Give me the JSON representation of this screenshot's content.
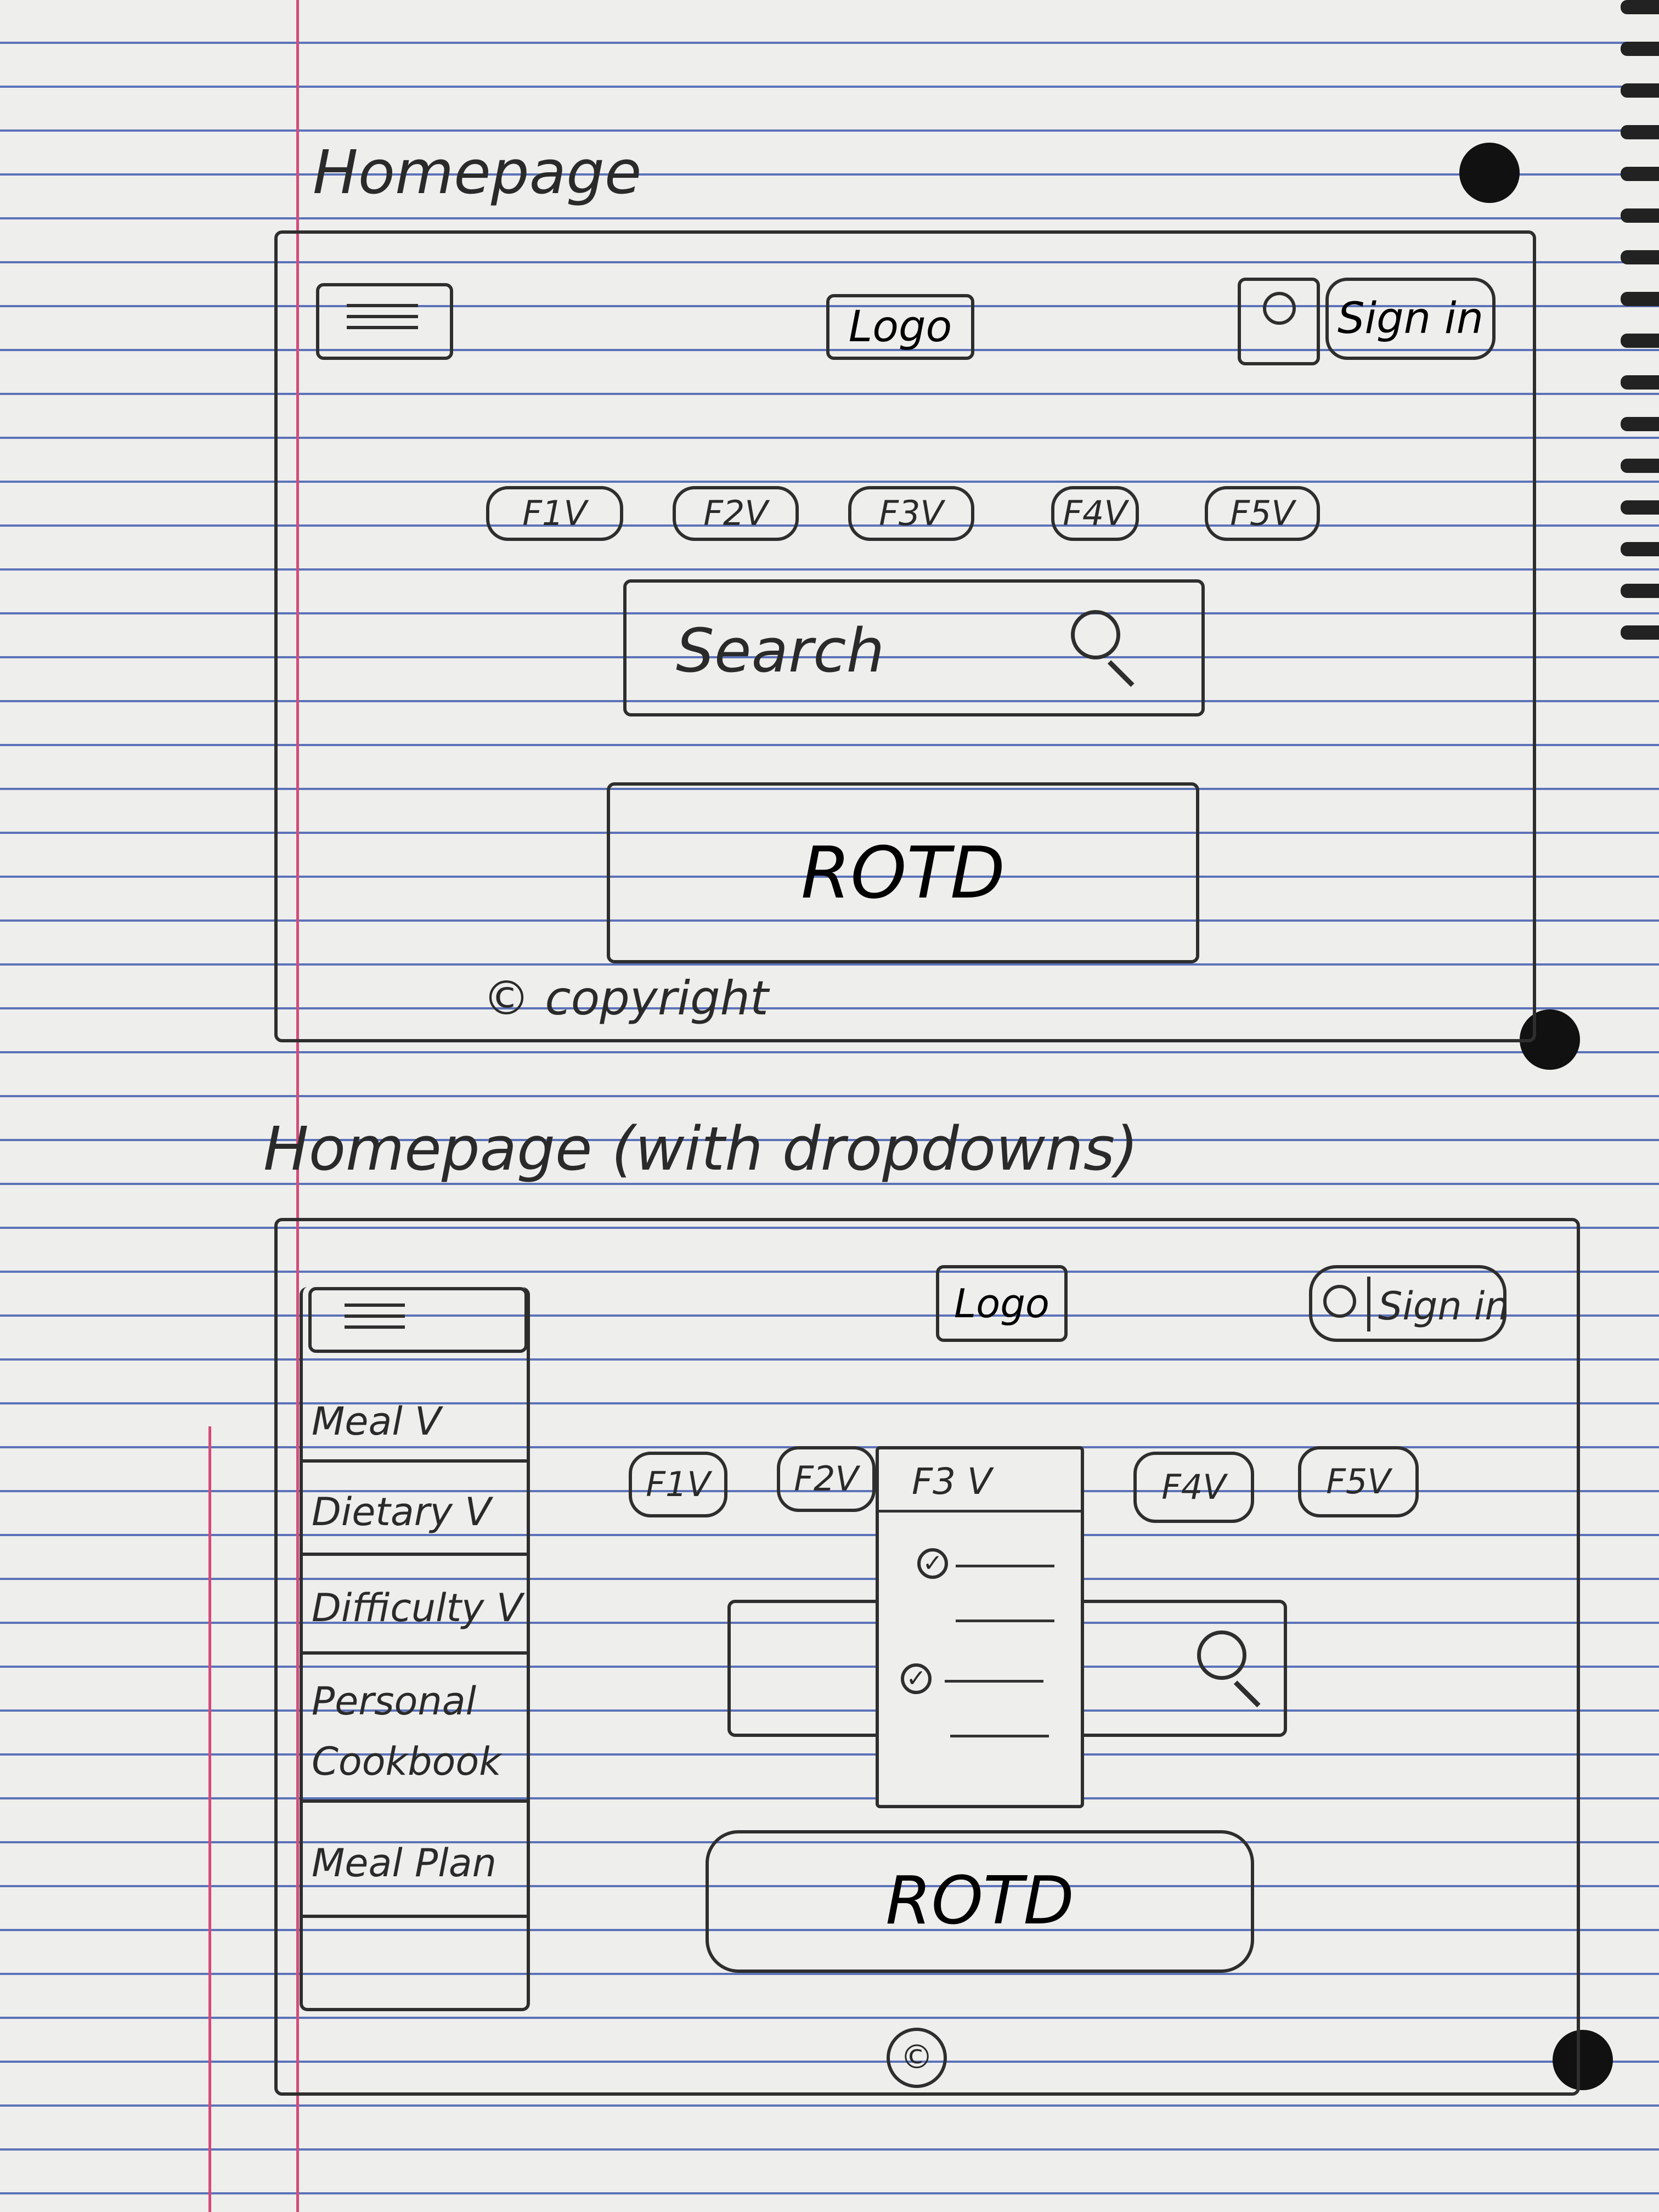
{
  "sketch1": {
    "title": "Homepage",
    "menu_icon": "hamburger-icon",
    "logo": "Logo",
    "account_icon": "user-icon",
    "sign_in": "Sign in",
    "filters": [
      "F1V",
      "F2V",
      "F3V",
      "F4V",
      "F5V"
    ],
    "search_placeholder": "Search",
    "search_icon": "magnifier-icon",
    "rotd": "ROTD",
    "copyright": "© copyright"
  },
  "sketch2": {
    "title": "Homepage (with dropdowns)",
    "menu_icon": "hamburger-icon",
    "logo": "Logo",
    "account_icon": "user-icon",
    "sign_in": "Sign in",
    "sidebar": [
      "Meal V",
      "Dietary V",
      "Difficulty V",
      "Personal Cookbook",
      "Meal Plan"
    ],
    "filters": [
      "F1V",
      "F2V",
      "F3 V",
      "F4V",
      "F5V"
    ],
    "open_dropdown": {
      "label": "F3 V",
      "options": [
        {
          "checked": true
        },
        {
          "checked": false
        },
        {
          "checked": true
        },
        {
          "checked": false
        }
      ]
    },
    "search_icon": "magnifier-icon",
    "rotd": "ROTD",
    "copyright_symbol": "©"
  }
}
